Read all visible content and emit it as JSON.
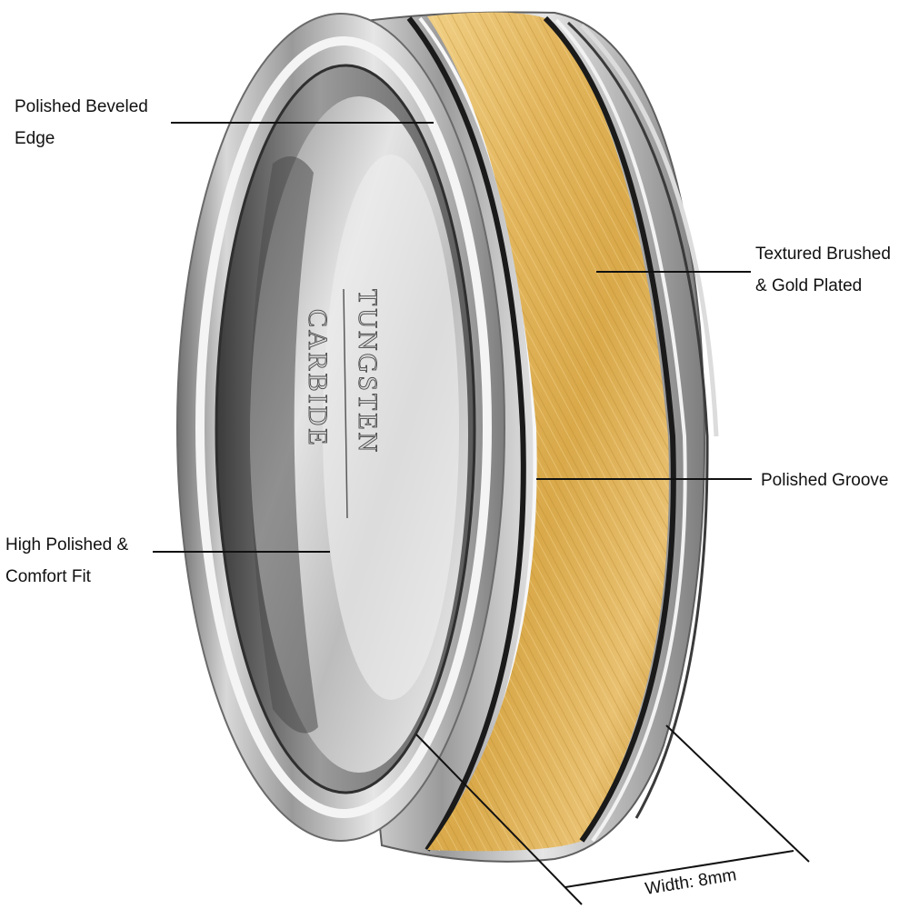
{
  "product": {
    "name": "Tungsten Carbide Ring",
    "engraving": [
      "TUNGSTEN",
      "CARBIDE"
    ],
    "colors": {
      "background": "#ffffff",
      "gold": "#d9a94a",
      "gold_light": "#f0cf85",
      "gold_dark": "#b8862c",
      "silver": "#c9c9c9",
      "silver_dark": "#7a7a7a",
      "groove": "#1a1a1a",
      "leader_line": "#111111",
      "text": "#111111"
    }
  },
  "annotations": {
    "beveled_edge": {
      "line1": "Polished Beveled",
      "line2": "Edge"
    },
    "gold_plated": {
      "line1": "Textured Brushed",
      "line2": "& Gold Plated"
    },
    "groove": {
      "line1": "Polished Groove"
    },
    "comfort_fit": {
      "line1": "High Polished &",
      "line2": "Comfort Fit"
    },
    "width": {
      "label": "Width: 8mm"
    }
  }
}
